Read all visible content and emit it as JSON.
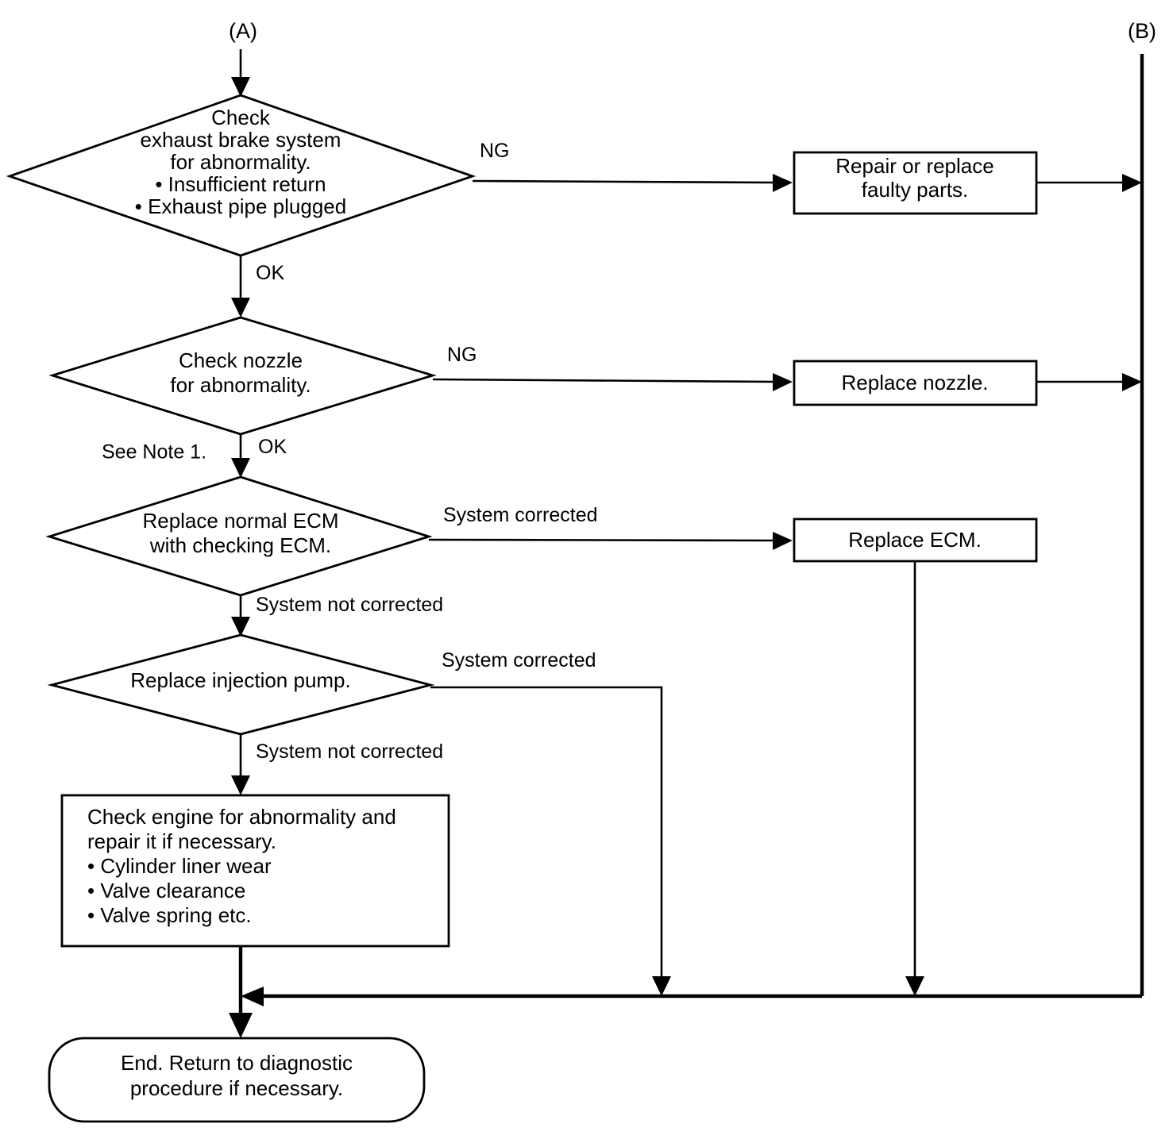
{
  "diagram": {
    "type": "flowchart",
    "title": "Exhaust brake / nozzle / ECM diagnostic flowchart",
    "entry_tag": "(A)",
    "exit_tag": "(B)",
    "side_note": "See Note 1.",
    "nodes": {
      "d1": {
        "shape": "decision",
        "lines": [
          "Check",
          "exhaust brake system",
          "for abnormality.",
          "• Insufficient return",
          "• Exhaust pipe plugged"
        ]
      },
      "d2": {
        "shape": "decision",
        "lines": [
          "Check nozzle",
          "for abnormality."
        ]
      },
      "d3": {
        "shape": "decision",
        "lines": [
          "Replace normal ECM",
          "with checking ECM."
        ]
      },
      "d4": {
        "shape": "decision",
        "lines": [
          "Replace injection pump."
        ]
      },
      "b1": {
        "shape": "process",
        "lines": [
          "Repair or replace",
          "faulty parts."
        ]
      },
      "b2": {
        "shape": "process",
        "lines": [
          "Replace nozzle."
        ]
      },
      "b3": {
        "shape": "process",
        "lines": [
          "Replace ECM."
        ]
      },
      "b4": {
        "shape": "process",
        "lines": [
          "Check engine for abnormality and",
          "repair it if necessary.",
          "• Cylinder liner wear",
          "• Valve clearance",
          "• Valve spring   etc."
        ]
      },
      "end": {
        "shape": "terminator",
        "lines": [
          "End. Return to diagnostic",
          "procedure if necessary."
        ]
      }
    },
    "edge_labels": {
      "d1_ng": "NG",
      "d1_ok": "OK",
      "d2_ng": "NG",
      "d2_ok": "OK",
      "d3_yes": "System corrected",
      "d3_no": "System not corrected",
      "d4_yes": "System corrected",
      "d4_no": "System not corrected"
    },
    "colors": {
      "stroke": "#000000",
      "fill": "#ffffff",
      "text": "#000000"
    }
  }
}
